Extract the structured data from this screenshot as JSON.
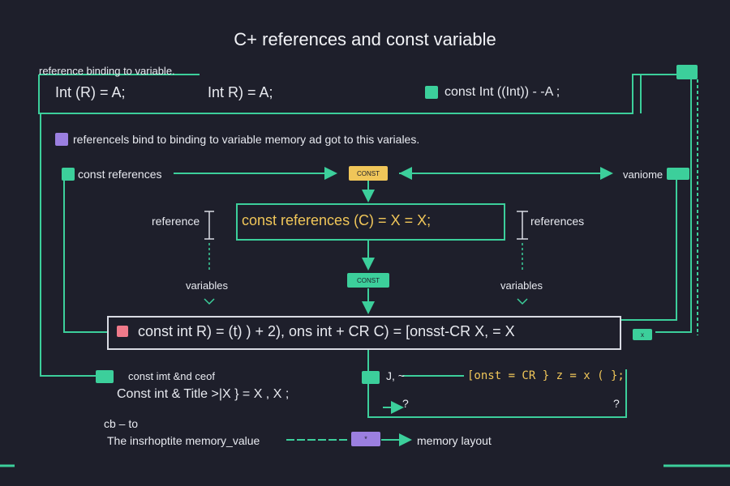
{
  "title": "C+  references  and  const variable",
  "top_caption": "reference binding to variable.",
  "code_row": {
    "a_text": "Int (R) = A;",
    "b_text": "Int R) = A;",
    "c_text": "const Int ((Int)) - -A ;"
  },
  "note": "referencels bind to binding to variable memory  ad got to this variales.",
  "left_label": "const references",
  "yellow_chip": "CONST",
  "right_label": "vaniome",
  "reference_label": "reference",
  "references_label": "references",
  "middle_code": "const references (C) = X = X;",
  "green_chip": "CONST",
  "variables_left": "variables",
  "variables_right": "variables",
  "main_code": "const int R) = (t) ) + 2), ons int + CR C) = [onsst-CR X, = X",
  "right_small_chip": "x",
  "bottom_left": {
    "line1": "const imt &nd ceof",
    "line2": "Const int & Title >|X } = X , X ;"
  },
  "bottom_right": {
    "line1": "J, ~",
    "line2": "[onst = CR }  z = x ( };",
    "q_left": "?",
    "q_right": "?"
  },
  "foot_left": {
    "small": "cb  – to",
    "text": "The insrhoptite memory_value"
  },
  "purple_chip": "*",
  "memory_layout": "memory layout"
}
